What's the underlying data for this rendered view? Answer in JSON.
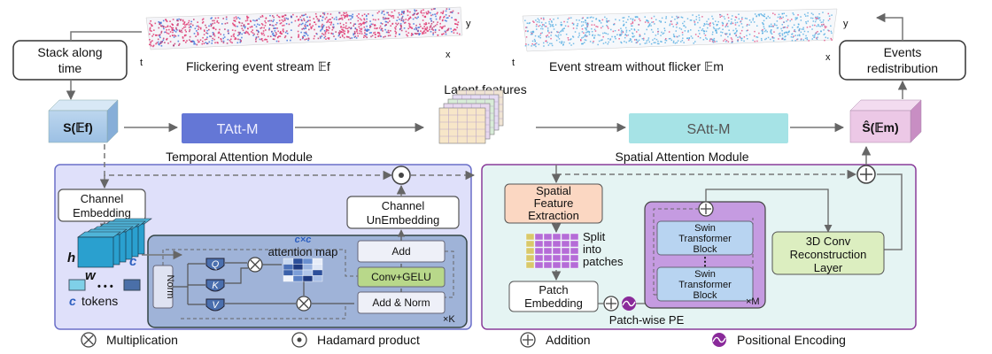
{
  "top": {
    "left_caption": "Flickering event stream 𝔼f",
    "right_caption": "Event stream without flicker 𝔼m",
    "axis_t": "t",
    "axis_x": "x",
    "axis_y": "y",
    "stack_along_time": "Stack along time",
    "stack_line1": "Stack along",
    "stack_line2": "time",
    "events_redistribution_line1": "Events",
    "events_redistribution_line2": "redistribution"
  },
  "middle": {
    "s_ef": "S(𝔼f)",
    "s_em_hat": "Ŝ(𝔼m)",
    "tatt": "TAtt-M",
    "satt": "SAtt-M",
    "latent": "Latent features",
    "temporal_module_title": "Temporal Attention Module",
    "spatial_module_title": "Spatial Attention Module"
  },
  "temporal": {
    "channel_embedding_line1": "Channel",
    "channel_embedding_line2": "Embedding",
    "channel_unembedding_line1": "Channel",
    "channel_unembedding_line2": "UnEmbedding",
    "h": "h",
    "w": "w",
    "c": "c",
    "c_tokens_c": "c",
    "c_tokens_dots": "• • •",
    "tokens": "tokens",
    "norm": "Norm",
    "q": "Q",
    "k": "K",
    "v": "V",
    "cxc": "c×c",
    "attention_map": "attention map",
    "add": "Add",
    "conv_gelu": "Conv+GELU",
    "add_norm": "Add & Norm",
    "xk": "×K"
  },
  "spatial": {
    "feature_extraction_line1": "Spatial",
    "feature_extraction_line2": "Feature",
    "feature_extraction_line3": "Extraction",
    "split_line1": "Split",
    "split_line2": "into",
    "split_line3": "patches",
    "patch_embedding_line1": "Patch",
    "patch_embedding_line2": "Embedding",
    "patch_wise_pe": "Patch-wise PE",
    "swin_block_line1": "Swin",
    "swin_block_line2": "Transformer",
    "swin_block_line3": "Block",
    "vdots": "⋮",
    "xm": "×M",
    "conv3d_line1": "3D Conv",
    "conv3d_line2": "Reconstruction",
    "conv3d_line3": "Layer"
  },
  "legend": {
    "multiplication": "Multiplication",
    "hadamard": "Hadamard product",
    "addition": "Addition",
    "positional": "Positional Encoding"
  },
  "colors": {
    "tatt_box": "#6477d6",
    "satt_box": "#a6e3e6",
    "temporal_panel": "#dfe0fa",
    "spatial_panel": "#e5f4f3",
    "module_title_blue": "#2d5fbf",
    "module_title_purple": "#7a1f8d",
    "swin_container": "#c59be1",
    "swin_block": "#b8d4f1",
    "conv3d": "#dceec0",
    "spatial_feature": "#fbd7c2",
    "patch": "#b56cd7"
  }
}
